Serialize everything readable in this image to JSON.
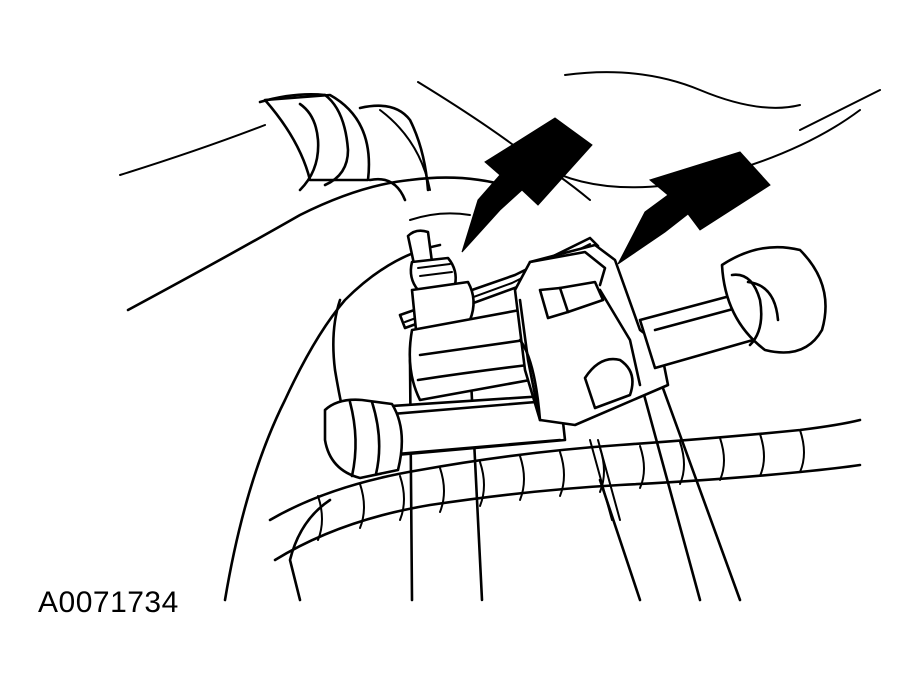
{
  "figure": {
    "id_label": "A0071734",
    "line_color": "#000000",
    "background_color": "#ffffff"
  },
  "callouts": [
    {
      "name": "arrow-bracket-nut",
      "icon": "arrow-icon"
    },
    {
      "name": "arrow-clamp",
      "icon": "arrow-icon"
    }
  ]
}
